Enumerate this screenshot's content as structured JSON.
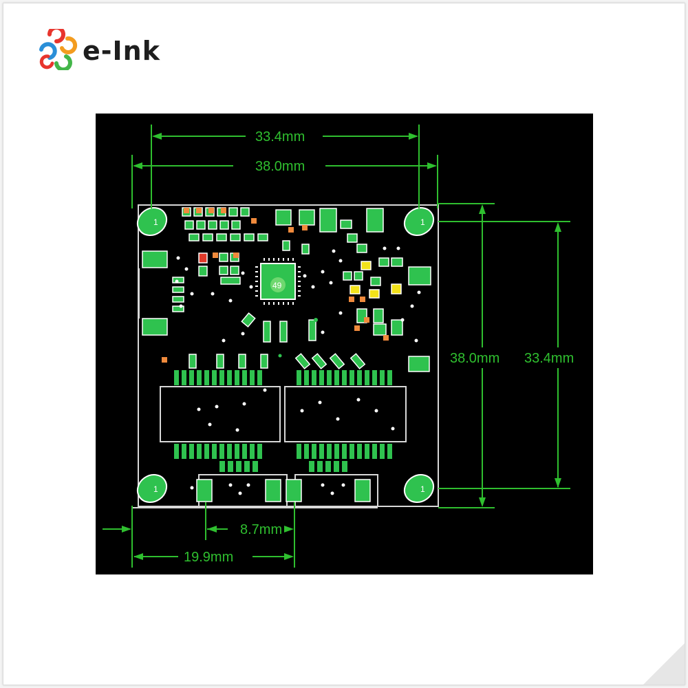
{
  "brand": {
    "name": "e-Ink",
    "logo_icon": "e-ink-swirl-logo",
    "colors": [
      "#e8352d",
      "#f39c1f",
      "#2a8fd8",
      "#43b649"
    ]
  },
  "board_label": "49",
  "dimensions": {
    "top_inner": "33.4mm",
    "top_outer": "38.0mm",
    "right_outer": "38.0mm",
    "right_inner": "33.4mm",
    "bottom_short": "8.7mm",
    "bottom_long": "19.9mm"
  },
  "colors": {
    "background": "#000000",
    "dimension": "#2fbf2f",
    "outline": "#d8d8d8",
    "pad": "#2fc24f",
    "pad_orange": "#f08a3c",
    "pad_yellow": "#f2e21a",
    "pad_red": "#e23a2a"
  }
}
